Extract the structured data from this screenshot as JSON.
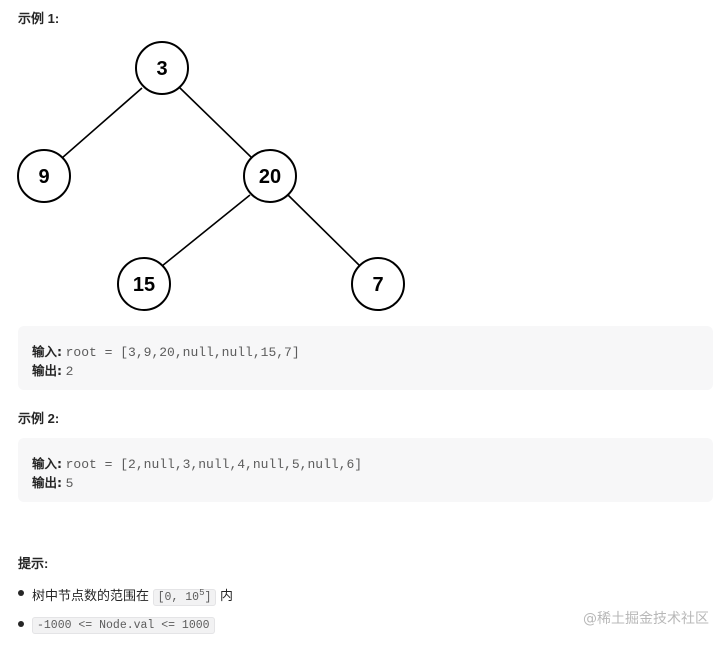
{
  "example1": {
    "title": "示例 1:",
    "tree": {
      "nodes": [
        {
          "id": "n3",
          "label": "3"
        },
        {
          "id": "n9",
          "label": "9"
        },
        {
          "id": "n20",
          "label": "20"
        },
        {
          "id": "n15",
          "label": "15"
        },
        {
          "id": "n7",
          "label": "7"
        }
      ],
      "edges": [
        [
          "n3",
          "n9"
        ],
        [
          "n3",
          "n20"
        ],
        [
          "n20",
          "n15"
        ],
        [
          "n20",
          "n7"
        ]
      ]
    },
    "input_label": "输入:",
    "input_value": "root = [3,9,20,null,null,15,7]",
    "output_label": "输出:",
    "output_value": "2"
  },
  "example2": {
    "title": "示例 2:",
    "input_label": "输入:",
    "input_value": "root = [2,null,3,null,4,null,5,null,6]",
    "output_label": "输出:",
    "output_value": "5"
  },
  "hints": {
    "title": "提示:",
    "item1_prefix": "树中节点数的范围在",
    "item1_code_base": "[0, 10",
    "item1_code_exp": "5",
    "item1_code_end": "]",
    "item1_suffix": "内",
    "item2_code": "-1000 <= Node.val <= 1000"
  },
  "watermark": "@稀土掘金技术社区"
}
